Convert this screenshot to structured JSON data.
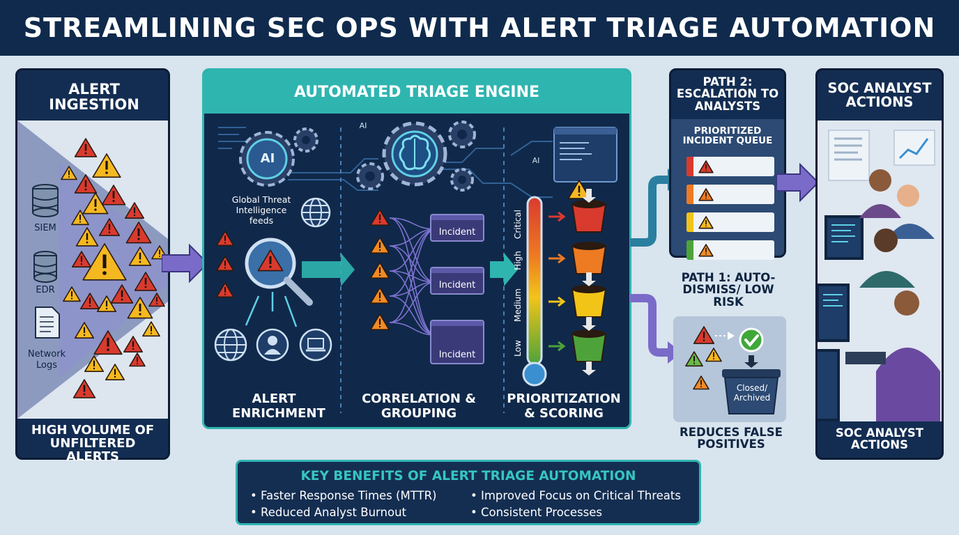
{
  "title": "STREAMLINING SEC OPS WITH ALERT TRIAGE AUTOMATION",
  "ingestion": {
    "header": "ALERT INGESTION",
    "sources": [
      "SIEM",
      "EDR",
      "Network Logs"
    ],
    "footer": "HIGH VOLUME OF UNFILTERED ALERTS"
  },
  "engine": {
    "header": "AUTOMATED TRIAGE ENGINE",
    "ai_label": "AI",
    "ai_small_1": "AI",
    "ai_small_2": "AI",
    "feeds_label": "Global Threat Intelligence feeds",
    "incident_label": "Incident",
    "levels": [
      "Critical",
      "High",
      "Medium",
      "Low"
    ],
    "stages": [
      "ALERT ENRICHMENT",
      "CORRELATION & GROUPING",
      "PRIORITIZATION & SCORING"
    ]
  },
  "path2": {
    "header": "PATH 2: ESCALATION TO ANALYSTS",
    "queue_label": "PRIORITIZED INCIDENT QUEUE",
    "queue_colors": [
      "#d93a2e",
      "#ee7a22",
      "#f2c418",
      "#4da33a"
    ]
  },
  "path1": {
    "header": "PATH 1: AUTO-DISMISS/ LOW RISK",
    "bin_label": "Closed/ Archived",
    "footer": "REDUCES FALSE POSITIVES"
  },
  "analyst": {
    "header": "SOC ANALYST ACTIONS",
    "footer": "SOC ANALYST ACTIONS"
  },
  "benefits": {
    "header": "KEY BENEFITS OF ALERT TRIAGE AUTOMATION",
    "items": [
      "Faster Response Times (MTTR)",
      "Improved Focus on Critical Threats",
      "Reduced Analyst Burnout",
      "Consistent Processes"
    ]
  },
  "colors": {
    "navy": "#132d52",
    "teal": "#2fb5b0",
    "alert_red": "#d93a2e",
    "alert_yellow": "#f5b820",
    "arrow_purple": "#7a6bc9"
  }
}
